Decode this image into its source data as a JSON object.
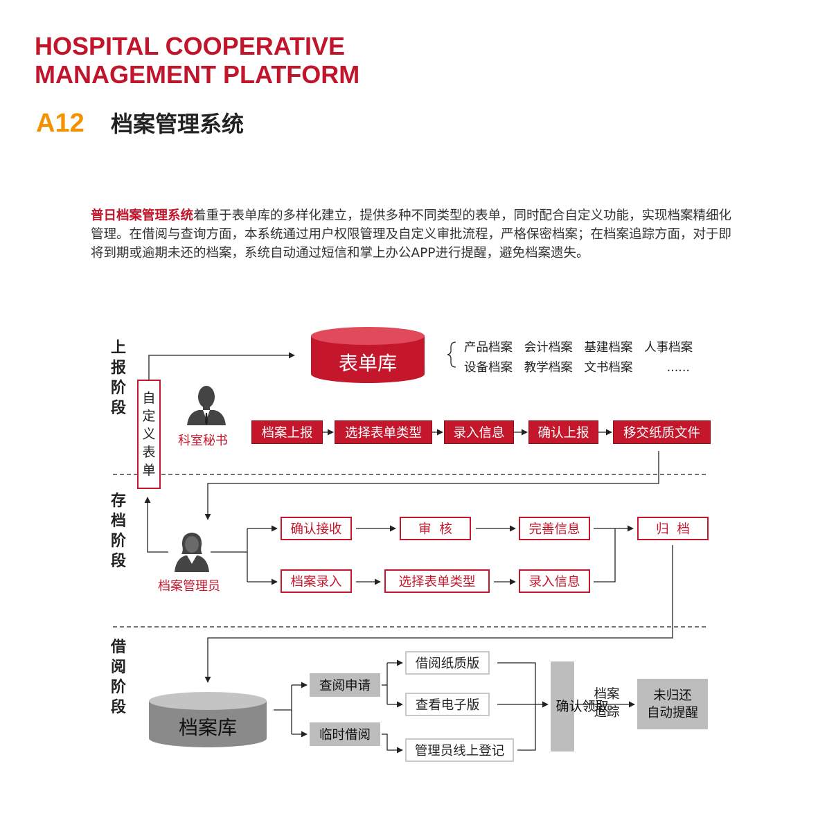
{
  "header": {
    "en_title_line1": "HOSPITAL COOPERATIVE",
    "en_title_line2": "MANAGEMENT PLATFORM",
    "code": "A12",
    "cn_title": "档案管理系统"
  },
  "intro": {
    "highlight": "普日档案管理系统",
    "text": "着重于表单库的多样化建立，提供多种不同类型的表单，同时配合自定义功能，实现档案精细化管理。在借阅与查询方面，本系统通过用户权限管理及自定义审批流程，严格保密档案；在档案追踪方面，对于即将到期或逾期未还的档案，系统自动通过短信和掌上办公APP进行提醒，避免档案遗失。"
  },
  "stages": {
    "report": "上报阶段",
    "archive": "存档阶段",
    "borrow": "借阅阶段"
  },
  "report": {
    "db_label": "表单库",
    "categories_line1": [
      "产品档案",
      "会计档案",
      "基建档案",
      "人事档案"
    ],
    "categories_line2": [
      "设备档案",
      "教学档案",
      "文书档案",
      "......"
    ],
    "custom_form": "自定义表单",
    "role": "科室秘书",
    "steps": [
      "档案上报",
      "选择表单类型",
      "录入信息",
      "确认上报",
      "移交纸质文件"
    ]
  },
  "archive": {
    "role": "档案管理员",
    "row1": [
      "确认接收",
      "审  核",
      "完善信息"
    ],
    "row2": [
      "档案录入",
      "选择表单类型",
      "录入信息"
    ],
    "final": "归  档"
  },
  "borrow": {
    "db_label": "档案库",
    "query": "查阅申请",
    "temp": "临时借阅",
    "opt1": "借阅纸质版",
    "opt2": "查看电子版",
    "opt3": "管理员线上登记",
    "confirm": "确认领取",
    "track_line1": "档案",
    "track_line2": "追踪",
    "remind_line1": "未归还",
    "remind_line2": "自动提醒"
  },
  "colors": {
    "brand_red": "#c4172c",
    "accent_orange": "#f39200",
    "grey": "#bdbdbd"
  }
}
